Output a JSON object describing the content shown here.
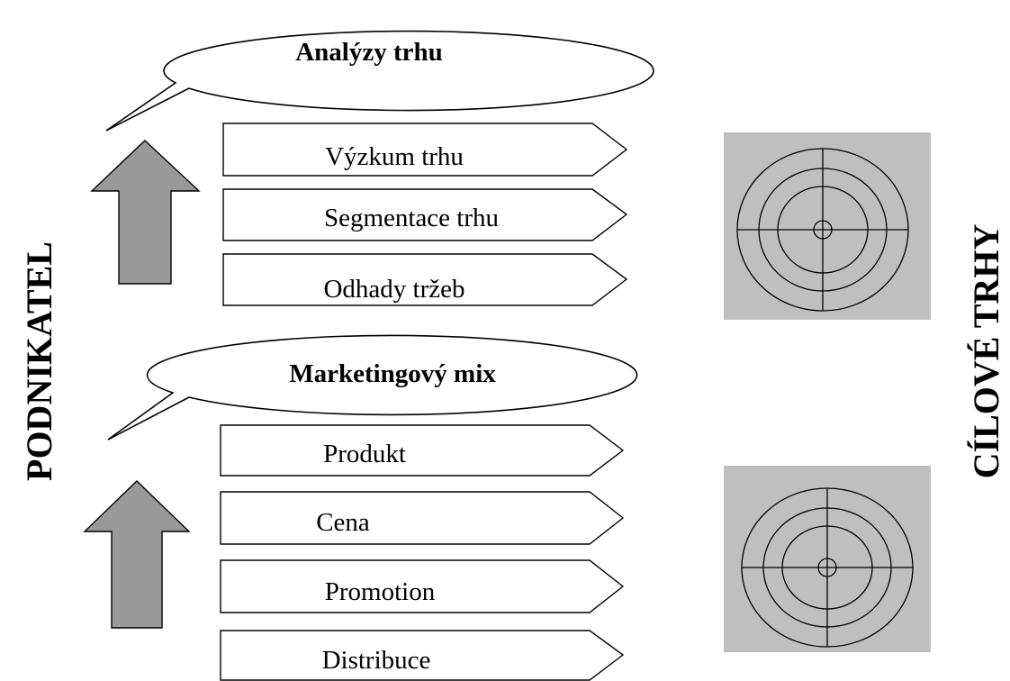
{
  "left_label": "PODNIKATEL",
  "right_label": "CÍLOVÉ TRHY",
  "groups": [
    {
      "heading": "Analýzy trhu",
      "items": [
        "Výzkum trhu",
        "Segmentace trhu",
        "Odhady tržeb"
      ]
    },
    {
      "heading": "Marketingový mix",
      "items": [
        "Produkt",
        "Cena",
        "Promotion",
        "Distribuce"
      ]
    }
  ],
  "colors": {
    "arrow_fill": "#999999",
    "target_background": "#bfbfbf",
    "stroke": "#000000"
  },
  "icons": [
    "up-arrow-icon",
    "target-icon"
  ]
}
